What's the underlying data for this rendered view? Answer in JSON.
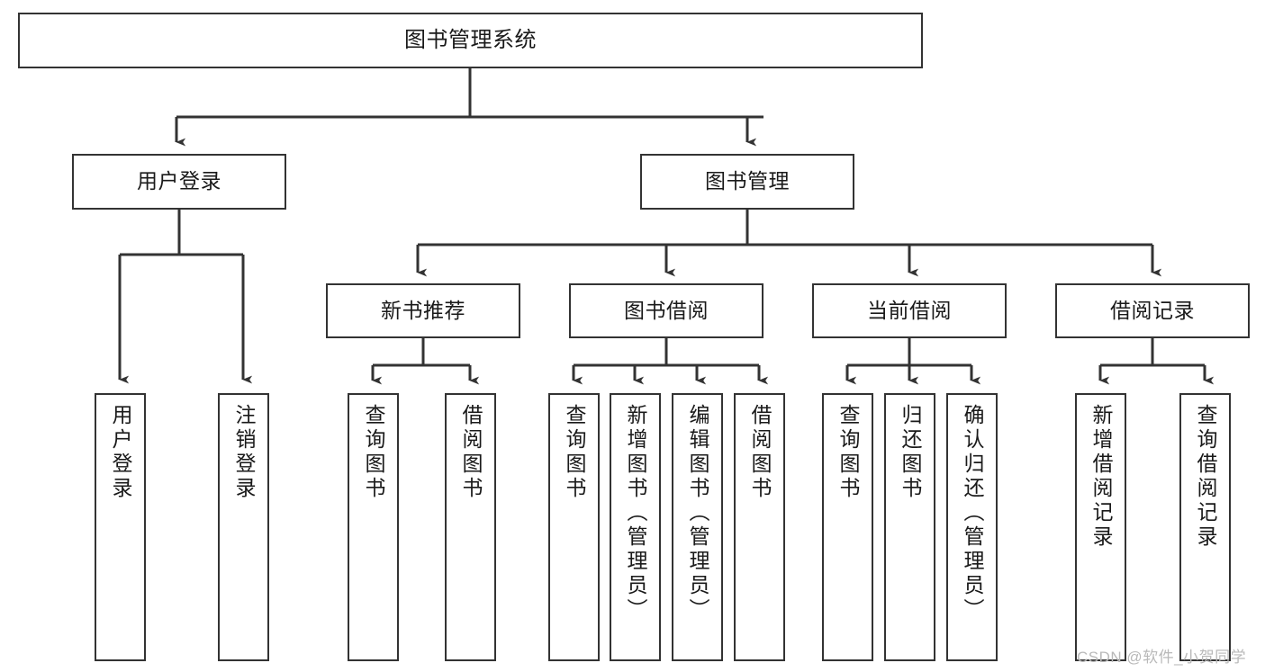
{
  "diagram": {
    "type": "tree-hierarchy-chart",
    "title": "图书管理系统",
    "stroke_color": "#333333",
    "fill_color": "#ffffff",
    "text_color": "#1a1a1a",
    "watermark": "CSDN @软件_小贺同学",
    "levels": {
      "level1": [
        "图书管理系统"
      ],
      "level2": [
        "用户登录",
        "图书管理"
      ],
      "level3": [
        "新书推荐",
        "图书借阅",
        "当前借阅",
        "借阅记录"
      ],
      "level4": [
        "用户登录",
        "注销登录",
        "查询图书",
        "借阅图书",
        "查询图书",
        "新增图书（管理员）",
        "编辑图书（管理员）",
        "借阅图书",
        "查询图书",
        "归还图书",
        "确认归还（管理员）",
        "新增借阅记录",
        "查询借阅记录"
      ]
    },
    "nodes": {
      "root": {
        "label": "图书管理系统"
      },
      "user_login": {
        "label": "用户登录"
      },
      "book_manage": {
        "label": "图书管理"
      },
      "new_book_rec": {
        "label": "新书推荐"
      },
      "book_borrow": {
        "label": "图书借阅"
      },
      "current_borrow": {
        "label": "当前借阅"
      },
      "borrow_record": {
        "label": "借阅记录"
      },
      "leaf_user_login": {
        "label": "用户登录"
      },
      "leaf_logout": {
        "label": "注销登录"
      },
      "leaf_query_book_1": {
        "label": "查询图书"
      },
      "leaf_borrow_book_1": {
        "label": "借阅图书"
      },
      "leaf_query_book_2": {
        "label": "查询图书"
      },
      "leaf_add_book": {
        "label": "新增图书（管理员）"
      },
      "leaf_edit_book": {
        "label": "编辑图书（管理员）"
      },
      "leaf_borrow_book_2": {
        "label": "借阅图书"
      },
      "leaf_query_book_3": {
        "label": "查询图书"
      },
      "leaf_return_book": {
        "label": "归还图书"
      },
      "leaf_confirm_return": {
        "label": "确认归还（管理员）"
      },
      "leaf_add_record": {
        "label": "新增借阅记录"
      },
      "leaf_query_record": {
        "label": "查询借阅记录"
      }
    }
  }
}
